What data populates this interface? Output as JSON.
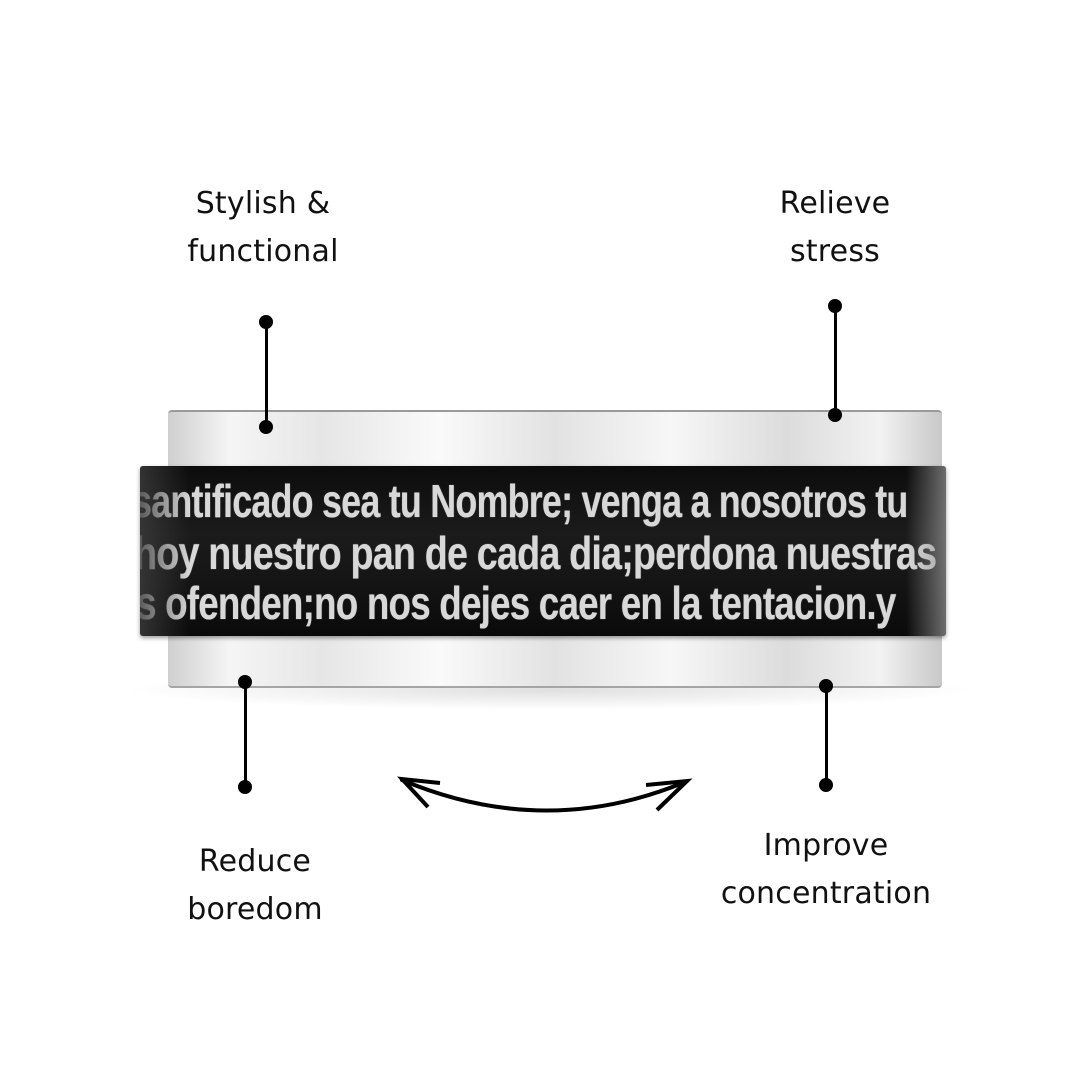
{
  "features": {
    "top_left": {
      "line1": "Stylish &",
      "line2": "functional"
    },
    "top_right": {
      "line1": "Relieve",
      "line2": "stress"
    },
    "bottom_left": {
      "line1": "Reduce",
      "line2": "boredom"
    },
    "bottom_right": {
      "line1": "Improve",
      "line2": "concentration"
    }
  },
  "ring": {
    "engraving": [
      "santificado sea tu Nombre; venga a nosotros tu",
      "hoy nuestro pan de cada dia;perdona nuestras",
      "s ofenden;no nos dejes caer en la tentacion.y"
    ],
    "colors": {
      "band": "#141414",
      "text": "#d8d8d8",
      "silver": "#eeeeee"
    }
  },
  "icons": {
    "rotation": "double-headed-curved-arrow-icon"
  }
}
